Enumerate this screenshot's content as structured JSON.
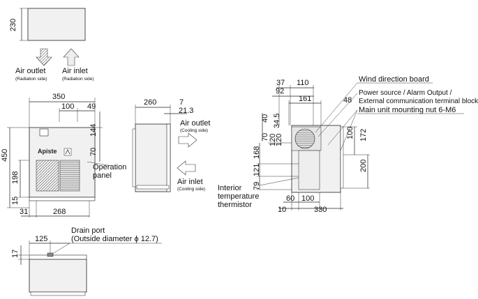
{
  "top_view": {
    "dim_height": "230"
  },
  "arrows": {
    "air_outlet": "Air outlet",
    "air_outlet_sub": "(Radiation side)",
    "air_inlet": "Air inlet",
    "air_inlet_sub": "(Radiation side)"
  },
  "front_view": {
    "dim_width": "350",
    "dim_100": "100",
    "dim_49": "49",
    "dim_144": "144",
    "dim_70": "70",
    "dim_height": "450",
    "dim_198": "198",
    "dim_15": "15",
    "dim_31": "31",
    "dim_268": "268",
    "operation_panel": [
      "Operation",
      "panel"
    ],
    "logo": "Apiste"
  },
  "side_view": {
    "dim_depth": "260",
    "dim_7": "7",
    "dim_21_3": "21.3",
    "air_outlet": "Air outlet",
    "air_outlet_sub": "(Cooling side)",
    "air_inlet": "Air inlet",
    "air_inlet_sub": "(Cooling side)"
  },
  "back_view": {
    "dim_37": "37",
    "dim_110": "110",
    "dim_92": "92",
    "dim_161": "161",
    "dim_48": "48",
    "dim_40": "40",
    "dim_70": "70",
    "dim_34_5": "34.5",
    "dim_120a": "120",
    "dim_120b": "120",
    "dim_168": "168",
    "dim_121": "121",
    "dim_79": "79",
    "dim_100_r": "100",
    "dim_172": "172",
    "dim_200": "200",
    "dim_60": "60",
    "dim_100_b": "100",
    "dim_10": "10",
    "dim_330": "330",
    "wind_direction_board": "Wind direction board",
    "power_source": "Power source / Alarm Output /",
    "external_terminals": "External communication terminal blocks",
    "mounting_nut": "Main unit mounting nut 6-M6",
    "interior_thermistor": [
      "Interior",
      "temperature",
      "thermistor"
    ]
  },
  "bottom_view": {
    "dim_125": "125",
    "dim_17": "17",
    "drain_port": "Drain port",
    "drain_port_sub": "(Outside diameter ϕ 12.7)"
  }
}
